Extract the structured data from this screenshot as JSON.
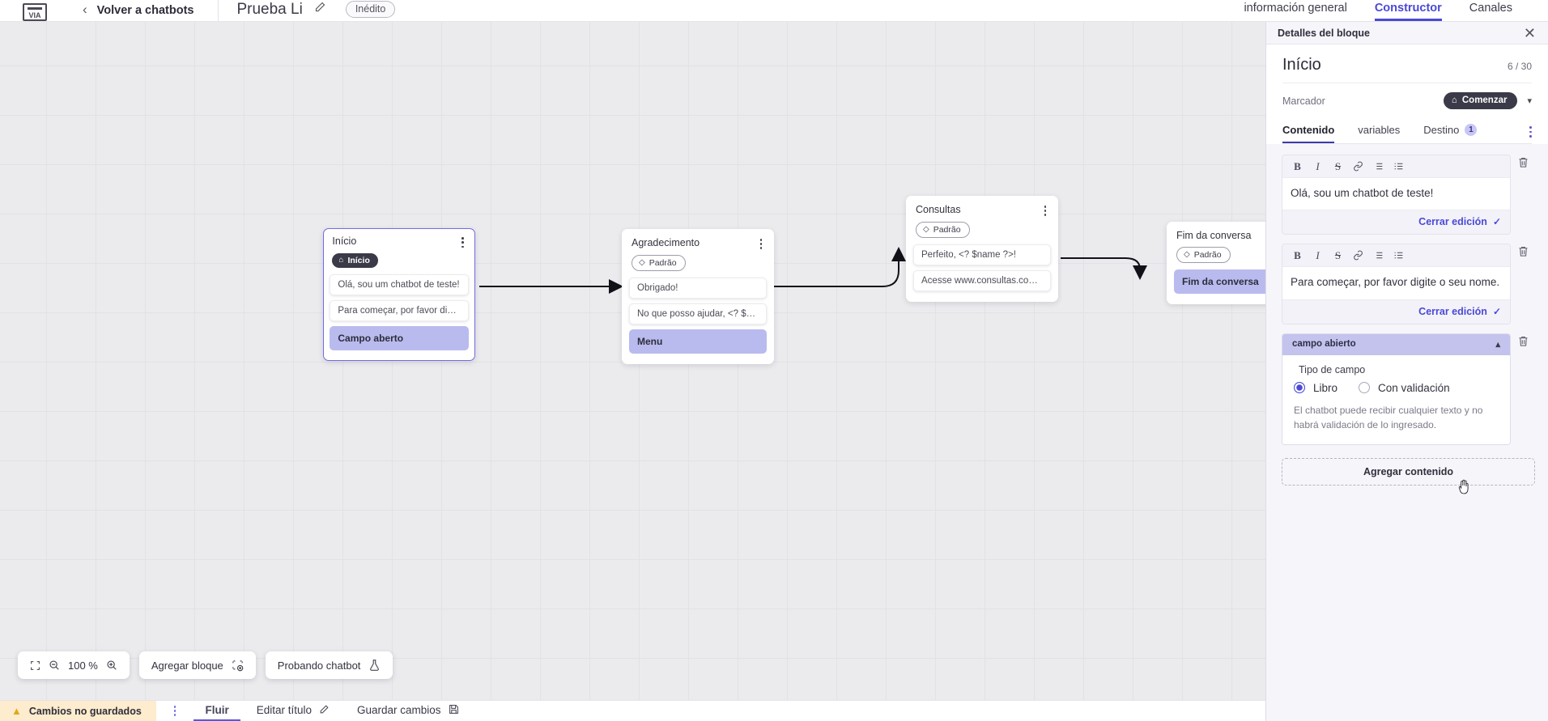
{
  "topbar": {
    "logo": "via-logo",
    "back_label": "Volver a chatbots",
    "bot_title": "Prueba Li",
    "status_badge": "Inédito",
    "tabs": [
      {
        "label": "información general",
        "active": false
      },
      {
        "label": "Constructor",
        "active": true
      },
      {
        "label": "Canales",
        "active": false
      }
    ]
  },
  "canvas": {
    "zoom": "100 %",
    "nodes": [
      {
        "title": "Início",
        "chip": {
          "label": "Início",
          "style": "dark",
          "icon": "home-icon"
        },
        "rows": [
          {
            "text": "Olá, sou um chatbot de teste!",
            "accent": false
          },
          {
            "text": "Para começar, por favor digite o ...",
            "accent": false
          },
          {
            "text": "Campo aberto",
            "accent": true
          }
        ],
        "selected": true
      },
      {
        "title": "Agradecimento",
        "chip": {
          "label": "Padrão",
          "style": "light",
          "icon": "tag-icon"
        },
        "rows": [
          {
            "text": "Obrigado!",
            "accent": false
          },
          {
            "text": "No que posso ajudar, <? $name ...",
            "accent": false
          },
          {
            "text": "Menu",
            "accent": true
          }
        ],
        "selected": false
      },
      {
        "title": "Consultas",
        "chip": {
          "label": "Padrão",
          "style": "light",
          "icon": "tag-icon"
        },
        "rows": [
          {
            "text": "Perfeito, <? $name ?>!",
            "accent": false
          },
          {
            "text": "Acesse www.consultas.com par...",
            "accent": false
          }
        ],
        "selected": false
      },
      {
        "title": "Fim da conversa",
        "chip": {
          "label": "Padrão",
          "style": "light",
          "icon": "tag-icon"
        },
        "rows": [
          {
            "text": "Fim da conversa",
            "accent": true
          }
        ],
        "selected": false
      }
    ],
    "toolbar": {
      "fit_icon": "fit-screen-icon",
      "zoom_out_icon": "zoom-out-icon",
      "zoom_in_icon": "zoom-in-icon",
      "add_block_label": "Agregar bloque",
      "add_block_icon": "add-block-icon",
      "test_label": "Probando chatbot",
      "test_icon": "flask-icon"
    }
  },
  "bottombar": {
    "unsaved_label": "Cambios no guardados",
    "warn_icon": "warning-triangle-icon",
    "kebab_icon": "kebab-icon",
    "items": [
      {
        "label": "Fluir",
        "icon": "",
        "active": true
      },
      {
        "label": "Editar título",
        "icon": "pencil-icon",
        "active": false
      },
      {
        "label": "Guardar cambios",
        "icon": "save-icon",
        "active": false
      }
    ]
  },
  "panel": {
    "header_title": "Detalles del bloque",
    "close_icon": "close-icon",
    "block_title": "Início",
    "counter": "6 / 30",
    "marker_label": "Marcador",
    "marker_value": "Comenzar",
    "marker_icon": "home-icon",
    "tabs": [
      {
        "label": "Contenido",
        "badge": "",
        "active": true
      },
      {
        "label": "variables",
        "badge": "",
        "active": false
      },
      {
        "label": "Destino",
        "badge": "1",
        "active": false
      }
    ],
    "editor_toolbar": [
      "B",
      "I",
      "S",
      "link-icon",
      "bullet-list-icon",
      "numbered-list-icon"
    ],
    "blocks": [
      {
        "type": "text",
        "value": "Olá, sou um chatbot de teste!",
        "close_label": "Cerrar edición"
      },
      {
        "type": "text",
        "value": "Para começar, por favor digite o seu nome.",
        "close_label": "Cerrar edición"
      }
    ],
    "field": {
      "title": "campo abierto",
      "kind_label": "Tipo de campo",
      "options": [
        {
          "label": "Libro",
          "selected": true
        },
        {
          "label": "Con validación",
          "selected": false
        }
      ],
      "help": "El chatbot puede recibir cualquier texto y no habrá validación de lo ingresado."
    },
    "add_content_label": "Agregar contenido"
  },
  "colors": {
    "accent": "#4a49d6",
    "node_accent": "#b9bbee",
    "field_header": "#c3c3ee",
    "warning_bg": "#fdeccd",
    "canvas_bg": "#ebebee"
  }
}
